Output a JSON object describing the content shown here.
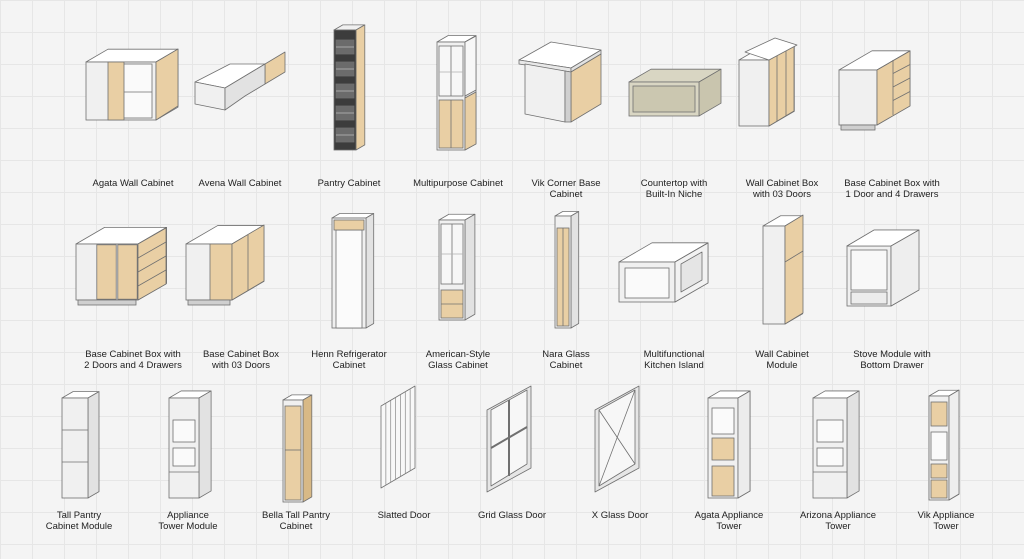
{
  "palette": {
    "white_top": "#ffffff",
    "white_side": "#e2e2e2",
    "white_front": "#f0f0f0",
    "wood": "#e9cfa4",
    "wood_dark": "#d8b986",
    "outline": "#707070",
    "glass": "#f7f7f7",
    "niche": "#d9d6c3",
    "niche_dark": "#c9c5ae",
    "dark_metal": "#3c3c3c"
  },
  "items": [
    {
      "label": "Agata Wall Cabinet",
      "icon": "agata-wall-cabinet-icon"
    },
    {
      "label": "Avena Wall Cabinet",
      "icon": "avena-wall-cabinet-icon"
    },
    {
      "label": "Pantry Cabinet",
      "icon": "pantry-cabinet-icon"
    },
    {
      "label": "Multipurpose Cabinet",
      "icon": "multipurpose-cabinet-icon"
    },
    {
      "label": "Vik Corner Base\nCabinet",
      "icon": "vik-corner-base-cabinet-icon"
    },
    {
      "label": "Countertop with\nBuilt-In Niche",
      "icon": "countertop-niche-icon"
    },
    {
      "label": "Wall Cabinet Box\nwith 03 Doors",
      "icon": "wall-cabinet-box-3-doors-icon"
    },
    {
      "label": "Base Cabinet Box with\n1 Door and 4 Drawers",
      "icon": "base-cabinet-1-door-4-drawers-icon"
    },
    {
      "label": "Base Cabinet Box with\n2 Doors and 4 Drawers",
      "icon": "base-cabinet-2-doors-4-drawers-icon"
    },
    {
      "label": "Base Cabinet Box\nwith 03 Doors",
      "icon": "base-cabinet-box-3-doors-icon"
    },
    {
      "label": "Henn Refrigerator\nCabinet",
      "icon": "henn-refrigerator-cabinet-icon"
    },
    {
      "label": "American-Style\nGlass Cabinet",
      "icon": "american-style-glass-cabinet-icon"
    },
    {
      "label": "Nara Glass\nCabinet",
      "icon": "nara-glass-cabinet-icon"
    },
    {
      "label": "Multifunctional\nKitchen Island",
      "icon": "kitchen-island-icon"
    },
    {
      "label": "Wall Cabinet\nModule",
      "icon": "wall-cabinet-module-icon"
    },
    {
      "label": "Stove Module with\nBottom Drawer",
      "icon": "stove-module-icon"
    },
    {
      "label": "Tall Pantry\nCabinet Module",
      "icon": "tall-pantry-module-icon"
    },
    {
      "label": "Appliance\nTower Module",
      "icon": "appliance-tower-module-icon"
    },
    {
      "label": "Bella Tall Pantry\nCabinet",
      "icon": "bella-tall-pantry-icon"
    },
    {
      "label": "Slatted Door",
      "icon": "slatted-door-icon"
    },
    {
      "label": "Grid Glass Door",
      "icon": "grid-glass-door-icon"
    },
    {
      "label": "X Glass Door",
      "icon": "x-glass-door-icon"
    },
    {
      "label": "Agata Appliance\nTower",
      "icon": "agata-appliance-tower-icon"
    },
    {
      "label": "Arizona Appliance\nTower",
      "icon": "arizona-appliance-tower-icon"
    },
    {
      "label": "Vik Appliance\nTower",
      "icon": "vik-appliance-tower-icon"
    }
  ]
}
